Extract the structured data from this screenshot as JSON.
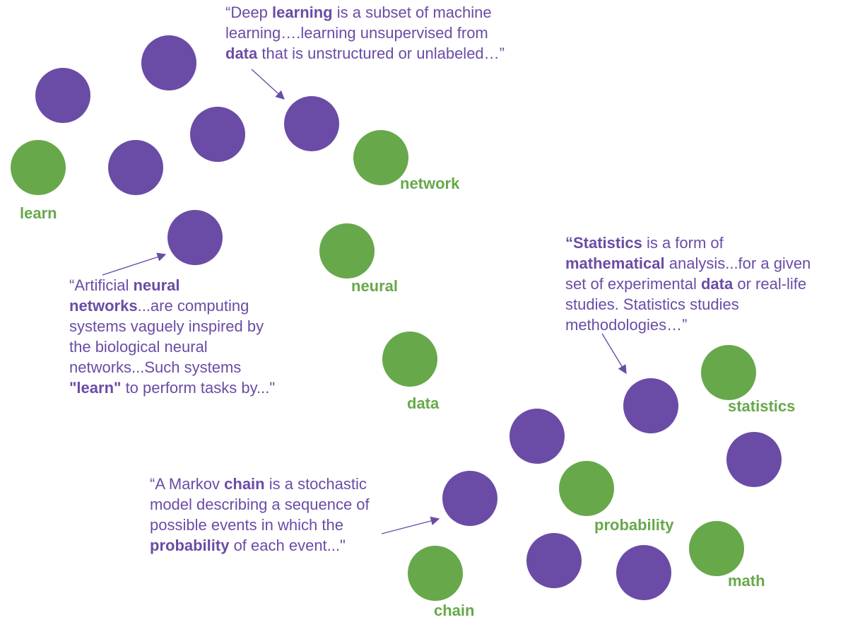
{
  "colors": {
    "document_node": "#6a4ca6",
    "word_node": "#67a84b",
    "quote_text": "#6a4ca6",
    "word_label": "#67a84b",
    "arrow": "#6a4ca6"
  },
  "nodes": [
    {
      "type": "document"
    },
    {
      "type": "document"
    },
    {
      "type": "document"
    },
    {
      "type": "document"
    },
    {
      "type": "document"
    },
    {
      "type": "word",
      "word": "learn"
    },
    {
      "type": "word",
      "word": "network"
    },
    {
      "type": "document"
    },
    {
      "type": "word",
      "word": "neural"
    },
    {
      "type": "word",
      "word": "data"
    },
    {
      "type": "word",
      "word": "statistics"
    },
    {
      "type": "document"
    },
    {
      "type": "document"
    },
    {
      "type": "document"
    },
    {
      "type": "word",
      "word": "probability"
    },
    {
      "type": "document"
    },
    {
      "type": "word",
      "word": "chain"
    },
    {
      "type": "document"
    },
    {
      "type": "document"
    },
    {
      "type": "word",
      "word": "math"
    }
  ],
  "word_labels": {
    "learn": "learn",
    "network": "network",
    "neural": "neural",
    "data": "data",
    "statistics": "statistics",
    "probability": "probability",
    "chain": "chain",
    "math": "math"
  },
  "quotes": {
    "deep_learning": {
      "l1a": "“Deep ",
      "l1b": "learning",
      "l1c": " is a subset of machine",
      "l2": "learning….learning unsupervised from",
      "l3a": "data",
      "l3b": " that is unstructured or unlabeled…”"
    },
    "neural_networks": {
      "l1a": "“Artificial ",
      "l1b": "neural",
      "l2a": "networks",
      "l2b": "...are computing",
      "l3": "systems vaguely inspired by",
      "l4": "the biological neural",
      "l5": "networks...Such systems",
      "l6a": "\"learn\"",
      "l6b": " to perform tasks by...\""
    },
    "statistics": {
      "l1a": "“Statistics",
      "l1b": " is a form of",
      "l2a": "mathematical",
      "l2b": " analysis...for a given",
      "l3a": "set of experimental ",
      "l3b": "data",
      "l3c": " or real-life",
      "l4": "studies. Statistics studies",
      "l5": "methodologies…”"
    },
    "markov": {
      "l1a": "“A Markov ",
      "l1b": "chain",
      "l1c": " is a stochastic",
      "l2": "model describing a sequence of",
      "l3": "possible events in which the",
      "l4a": "probability",
      "l4b": " of each event...\""
    }
  }
}
